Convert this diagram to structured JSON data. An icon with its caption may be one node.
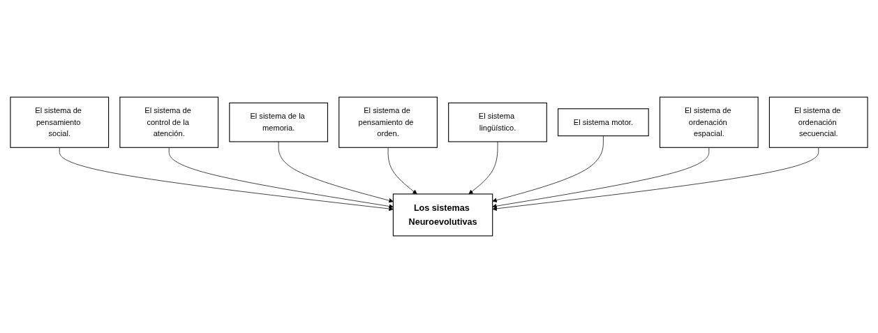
{
  "diagram": {
    "nodes": [
      {
        "text": [
          "El sistema de pensamiento social."
        ]
      },
      {
        "text": [
          "El sistema de control de la atención."
        ]
      },
      {
        "text": [
          "El sistema de la memoria."
        ]
      },
      {
        "text": [
          "Los sistemas Neuroevolutivas"
        ]
      },
      {
        "text": [
          "El sistema de pensamiento de  orden."
        ]
      },
      {
        "text": [
          "El sistema lingüístico."
        ]
      },
      {
        "text": [
          "El sistema motor."
        ]
      },
      {
        "text": [
          "El sistema de ordenación espacial."
        ]
      },
      {
        "text": [
          "El sistema de ordenación secuencial."
        ]
      }
    ],
    "edges": [
      {
        "from": 0,
        "to": 3,
        "arrow": "to"
      },
      {
        "from": 1,
        "to": 3,
        "arrow": "to"
      },
      {
        "from": 2,
        "to": 3,
        "arrow": "to"
      },
      {
        "from": 4,
        "to": 3,
        "arrow": "to"
      },
      {
        "from": 5,
        "to": 3,
        "arrow": "to"
      },
      {
        "from": 6,
        "to": 3,
        "arrow": "to"
      },
      {
        "from": 7,
        "to": 3,
        "arrow": "to"
      },
      {
        "from": 8,
        "to": 3,
        "arrow": "to"
      }
    ]
  }
}
